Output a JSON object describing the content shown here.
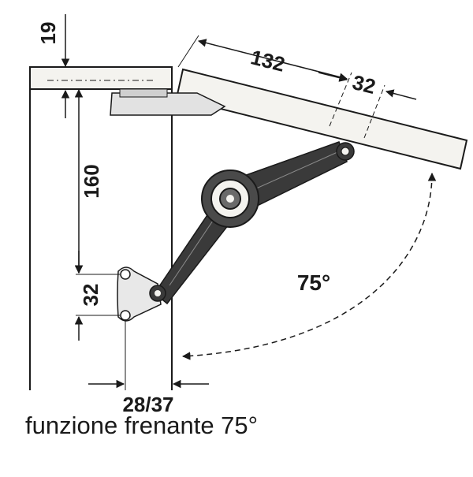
{
  "diagram": {
    "dimensions": {
      "top_thickness": "19",
      "height": "160",
      "mount_spacing": "32",
      "lid_length": "132",
      "lid_offset": "32",
      "side_offset": "28/37"
    },
    "angle_label": "75°",
    "caption": "funzione frenante 75°",
    "colors": {
      "ink": "#1a1a1a",
      "panel": "#f4f3ef",
      "stay": "#3a3a3a",
      "background": "#ffffff"
    }
  }
}
